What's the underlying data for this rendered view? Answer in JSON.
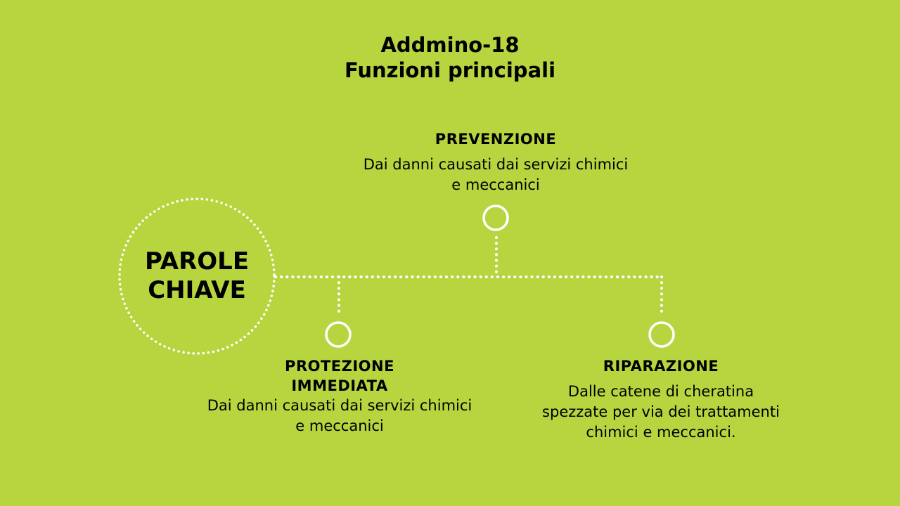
{
  "title": {
    "line1": "Addmino-18",
    "line2": "Funzioni principali"
  },
  "center": {
    "line1": "PAROLE",
    "line2": "CHIAVE"
  },
  "nodes": [
    {
      "heading": "PREVENZIONE",
      "desc1": "Dai danni causati dai servizi chimici",
      "desc2": "e meccanici"
    },
    {
      "heading1": "PROTEZIONE",
      "heading2": "IMMEDIATA",
      "desc1": "Dai danni causati dai servizi chimici",
      "desc2": "e meccanici"
    },
    {
      "heading": "RIPARAZIONE",
      "desc1": "Dalle catene di cheratina",
      "desc2": "spezzate per via dei trattamenti",
      "desc3": "chimici e meccanici."
    }
  ],
  "colors": {
    "background": "#b7d53f",
    "lines": "#ffffff"
  }
}
